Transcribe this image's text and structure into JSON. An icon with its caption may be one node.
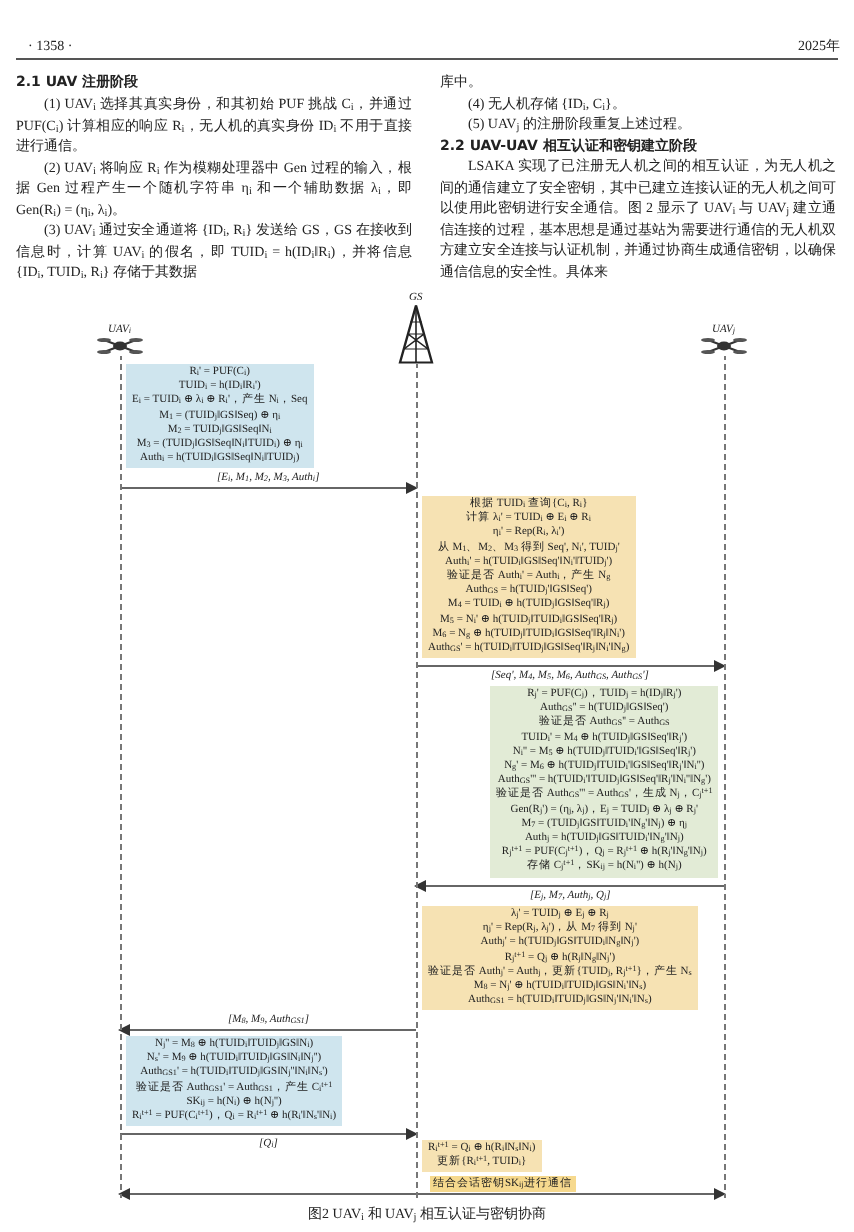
{
  "diagram": {
    "caption": "图2 UAV$_{i}$ 和 UAV$_{j}$ 相互认证与密钥协商",
    "nodes": [
      {
        "text": [
          "UAV$_{i}$"
        ]
      },
      {
        "text": [
          "GS"
        ]
      },
      {
        "text": [
          "UAV$_{j}$"
        ]
      },
      {
        "text": [
          "R$_{i}$' = PUF(C$_{i}$)",
          "TUID$_{i}$ = h(ID$_{i}$‖R$_{i}$')",
          "E$_{i}$ = TUID$_{i}$ ⊕ λ$_{i}$ ⊕ R$_{i}$'，产生 N$_{i}$，Seq",
          "M$_{1}$ = (TUID$_{j}$‖GS‖Seq) ⊕ η$_{i}$",
          "M$_{2}$ = TUID$_{j}$‖GS‖Seq‖N$_{i}$",
          "M$_{3}$ = (TUID$_{j}$‖GS‖Seq‖N$_{i}$‖TUID$_{i}$) ⊕ η$_{i}$",
          "Auth$_{i}$ = h(TUID$_{i}$‖GS‖Seq‖N$_{i}$‖TUID$_{j}$)"
        ]
      },
      {
        "text": [
          "根据 TUID$_{i}$ 查询{C$_{i}$, R$_{i}$}",
          "计算 λ$_{i}$' = TUID$_{i}$ ⊕ E$_{i}$ ⊕ R$_{i}$",
          "η$_{i}$' = Rep(R$_{i}$, λ$_{i}$')",
          "从 M$_{1}$、M$_{2}$、M$_{3}$ 得到 Seq', N$_{i}$', TUID$_{j}$'",
          "Auth$_{i}$' = h(TUID$_{i}$‖GS‖Seq'‖N$_{i}$'‖TUID$_{j}$')",
          "验证是否 Auth$_{i}$' = Auth$_{i}$，产生 N$_{g}$",
          "Auth$_{GS}$ = h(TUID$_{j}$'‖GS‖Seq')",
          "M$_{4}$ = TUID$_{i}$ ⊕ h(TUID$_{j}$‖GS‖Seq'‖R$_{j}$)",
          "M$_{5}$ = N$_{i}$' ⊕ h(TUID$_{j}$‖TUID$_{i}$‖GS‖Seq'‖R$_{j}$)",
          "M$_{6}$ = N$_{g}$ ⊕ h(TUID$_{j}$‖TUID$_{i}$‖GS‖Seq'‖R$_{j}$‖N$_{i}$')",
          "Auth$_{GS}$' = h(TUID$_{i}$‖TUID$_{j}$‖GS‖Seq'‖R$_{j}$‖N$_{i}$'‖N$_{g}$)"
        ]
      },
      {
        "text": [
          "R$_{j}$' = PUF(C$_{j}$)，TUID$_{j}$ = h(ID$_{j}$‖R$_{j}$')",
          "Auth$_{GS}$'' = h(TUID$_{j}$‖GS‖Seq')",
          "验证是否 Auth$_{GS}$'' = Auth$_{GS}$",
          "TUID$_{i}$' = M$_{4}$ ⊕ h(TUID$_{j}$‖GS‖Seq'‖R$_{j}$')",
          "N$_{i}$'' = M$_{5}$ ⊕ h(TUID$_{j}$‖TUID$_{i}$'‖GS‖Seq'‖R$_{j}$')",
          "N$_{g}$' = M$_{6}$ ⊕ h(TUID$_{j}$‖TUID$_{i}$'‖GS‖Seq'‖R$_{j}$'‖N$_{i}$'')",
          "Auth$_{GS}$''' = h(TUID$_{i}$'‖TUID$_{j}$‖GS‖Seq'‖R$_{j}$'‖N$_{i}$''‖N$_{g}$')",
          "验证是否 Auth$_{GS}$''' = Auth$_{GS}$'，生成 N$_{j}$，C$_{j}$$^{t+1}$",
          "Gen(R$_{j}$') = (η$_{j}$, λ$_{j}$)，E$_{j}$ = TUID$_{j}$ ⊕ λ$_{j}$ ⊕ R$_{j}$'",
          "M$_{7}$ = (TUID$_{j}$‖GS‖TUID$_{i}$'‖N$_{g}$'‖N$_{j}$) ⊕ η$_{j}$",
          "Auth$_{j}$ = h(TUID$_{j}$‖GS‖TUID$_{i}$'‖N$_{g}$'‖N$_{j}$)",
          "R$_{j}$$^{t+1}$ = PUF(C$_{j}$$^{t+1}$)，Q$_{j}$ = R$_{j}$$^{t+1}$ ⊕ h(R$_{j}$'‖N$_{g}$'‖N$_{j}$)",
          "存储 C$_{j}$$^{t+1}$，SK$_{ij}$ = h(N$_{i}$'') ⊕ h(N$_{j}$)"
        ]
      },
      {
        "text": [
          "λ$_{j}$' = TUID$_{j}$ ⊕ E$_{j}$ ⊕ R$_{j}$",
          "η$_{j}$' = Rep(R$_{j}$, λ$_{j}$')，从 M$_{7}$ 得到 N$_{j}$'",
          "Auth$_{j}$' = h(TUID$_{j}$‖GS‖TUID$_{i}$‖N$_{g}$‖N$_{j}$')",
          "R$_{j}$$^{t+1}$ = Q$_{j}$ ⊕ h(R$_{j}$‖N$_{g}$‖N$_{j}$')",
          "验证是否 Auth$_{j}$' = Auth$_{j}$，更新{TUID$_{j}$, R$_{j}$$^{t+1}$}，产生 N$_{s}$",
          "M$_{8}$ = N$_{j}$' ⊕ h(TUID$_{i}$‖TUID$_{j}$‖GS‖N$_{i}$'‖N$_{s}$)",
          "Auth$_{GS1}$ = h(TUID$_{i}$‖TUID$_{j}$‖GS‖N$_{j}$'‖N$_{i}$'‖N$_{s}$)"
        ]
      },
      {
        "text": [
          "N$_{j}$'' = M$_{8}$ ⊕ h(TUID$_{i}$‖TUID$_{j}$‖GS‖N$_{i}$)",
          "N$_{s}$' = M$_{9}$ ⊕ h(TUID$_{i}$‖TUID$_{j}$‖GS‖N$_{i}$‖N$_{j}$'')",
          "Auth$_{GS1}$' = h(TUID$_{i}$‖TUID$_{j}$‖GS‖N$_{j}$''‖N$_{i}$‖N$_{s}$')",
          "验证是否 Auth$_{GS1}$' = Auth$_{GS1}$，产生 C$_{i}$$^{t+1}$",
          "SK$_{ij}$ = h(N$_{i}$) ⊕ h(N$_{j}$'')",
          "R$_{i}$$^{t+1}$ = PUF(C$_{i}$$^{t+1}$)，Q$_{i}$ = R$_{i}$$^{t+1}$ ⊕ h(R$_{i}$'‖N$_{s}$'‖N$_{i}$)"
        ]
      },
      {
        "text": [
          "R$_{i}$$^{t+1}$ = Q$_{i}$ ⊕ h(R$_{i}$‖N$_{s}$‖N$_{i}$)",
          "更新{R$_{i}$$^{t+1}$, TUID$_{i}$}"
        ]
      }
    ],
    "edges": [
      {
        "from": 0,
        "to": 1,
        "arrow": "to",
        "label": "[E$_{i}$, M$_{1}$, M$_{2}$, M$_{3}$, Auth$_{i}$]"
      },
      {
        "from": 1,
        "to": 2,
        "arrow": "to",
        "label": "[Seq', M$_{4}$, M$_{5}$, M$_{6}$, Auth$_{GS}$, Auth$_{GS}$']"
      },
      {
        "from": 2,
        "to": 1,
        "arrow": "to",
        "label": "[E$_{j}$, M$_{7}$, Auth$_{j}$, Q$_{j}$]"
      },
      {
        "from": 1,
        "to": 0,
        "arrow": "to",
        "label": "[M$_{8}$, M$_{9}$, Auth$_{GS1}$]"
      },
      {
        "from": 0,
        "to": 1,
        "arrow": "to",
        "label": "[Q$_{i}$]"
      },
      {
        "from": 0,
        "to": 2,
        "arrow": "both",
        "label": "结合会话密钥SK$_{ij}$进行通信"
      }
    ],
    "labels": [
      "· 1358 ·",
      "2025年",
      "2.1 UAV 注册阶段",
      "(1) UAV$_{i}$ 选择其真实身份，和其初始 PUF 挑战 C$_{i}$，并通过 PUF(C$_{i}$) 计算相应的响应 R$_{i}$，无人机的真实身份 ID$_{i}$ 不用于直接进行通信。",
      "(2) UAV$_{i}$ 将响应 R$_{i}$ 作为模糊处理器中 Gen 过程的输入，根据 Gen 过程产生一个随机字符串 η$_{i}$ 和一个辅助数据 λ$_{i}$，即 Gen(R$_{i}$) = (η$_{i}$, λ$_{i}$)。",
      "(3) UAV$_{i}$ 通过安全通道将 {ID$_{i}$, R$_{i}$} 发送给 GS，GS 在接收到信息时，计算 UAV$_{i}$ 的假名，即 TUID$_{i}$ = h(ID$_{i}$‖R$_{i}$)，并将信息 {ID$_{i}$, TUID$_{i}$, R$_{i}$} 存储于其数据",
      "库中。",
      "(4) 无人机存储 {ID$_{i}$, C$_{i}$}。",
      "(5) UAV$_{j}$ 的注册阶段重复上述过程。",
      "2.2 UAV-UAV 相互认证和密钥建立阶段",
      "LSAKA 实现了已注册无人机之间的相互认证，为无人机之间的通信建立了安全密钥，其中已建立连接认证的无人机之间可以使用此密钥进行安全通信。图 2 显示了 UAV$_{i}$ 与 UAV$_{j}$ 建立通信连接的过程，基本思想是通过基站为需要进行通信的无人机双方建立安全连接与认证机制，并通过协商生成通信密钥，以确保通信信息的安全性。具体来"
    ]
  }
}
